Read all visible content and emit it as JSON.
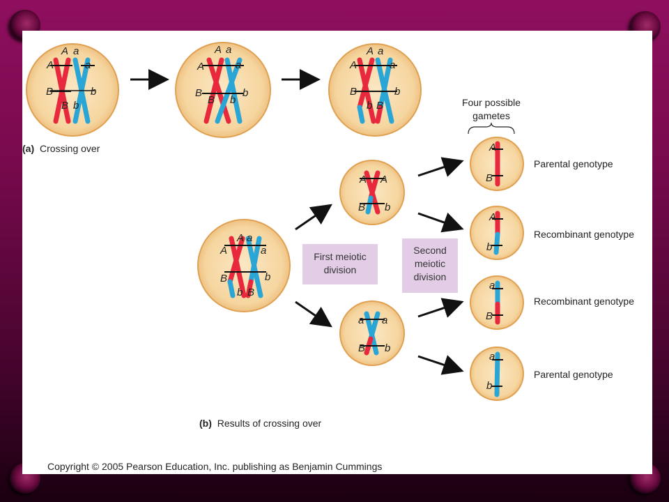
{
  "caption_a_letter": "(a)",
  "caption_a": "Crossing over",
  "caption_b_letter": "(b)",
  "caption_b": "Results of crossing over",
  "gametes_header_line1": "Four possible",
  "gametes_header_line2": "gametes",
  "first_division_line1": "First meiotic",
  "first_division_line2": "division",
  "second_division_line1": "Second",
  "second_division_line2": "meiotic",
  "second_division_line3": "division",
  "genotypes": [
    "Parental genotype",
    "Recombinant genotype",
    "Recombinant genotype",
    "Parental genotype"
  ],
  "copyright": "Copyright © 2005 Pearson Education, Inc. publishing as Benjamin Cummings",
  "colors": {
    "red": "#e8283c",
    "blue": "#2aa6d6",
    "cell": "#f6d9a8",
    "cell_edge": "#e0a050",
    "box": "#e2cce6"
  },
  "alleles": {
    "A": "A",
    "a": "a",
    "B": "B",
    "b": "b"
  }
}
